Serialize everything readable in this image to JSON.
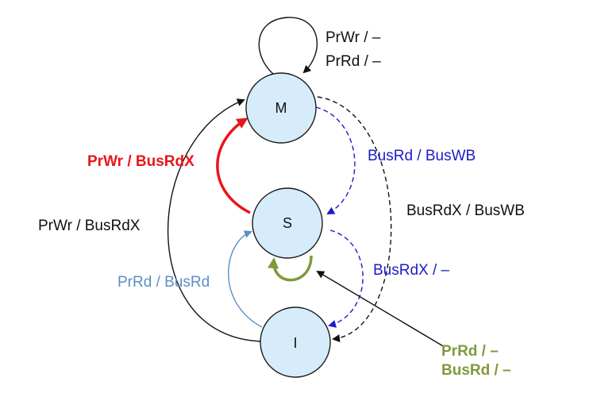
{
  "states": {
    "m": "M",
    "s": "S",
    "i": "I"
  },
  "transitions": {
    "m_self_line1": "PrWr / –",
    "m_self_line2": "PrRd / –",
    "s_to_m": "PrWr / BusRdX",
    "i_to_m": "PrWr / BusRdX",
    "m_to_s": "BusRd / BusWB",
    "m_to_i": "BusRdX / BusWB",
    "s_to_i": "BusRdX / –",
    "i_to_s": "PrRd / BusRd",
    "s_self_line1": "PrRd / –",
    "s_self_line2": "BusRd / –"
  },
  "colors": {
    "black": "#111111",
    "red": "#e8161b",
    "blue": "#1c1cc8",
    "steel_blue": "#5b8fc4",
    "olive": "#7f9a3a"
  }
}
